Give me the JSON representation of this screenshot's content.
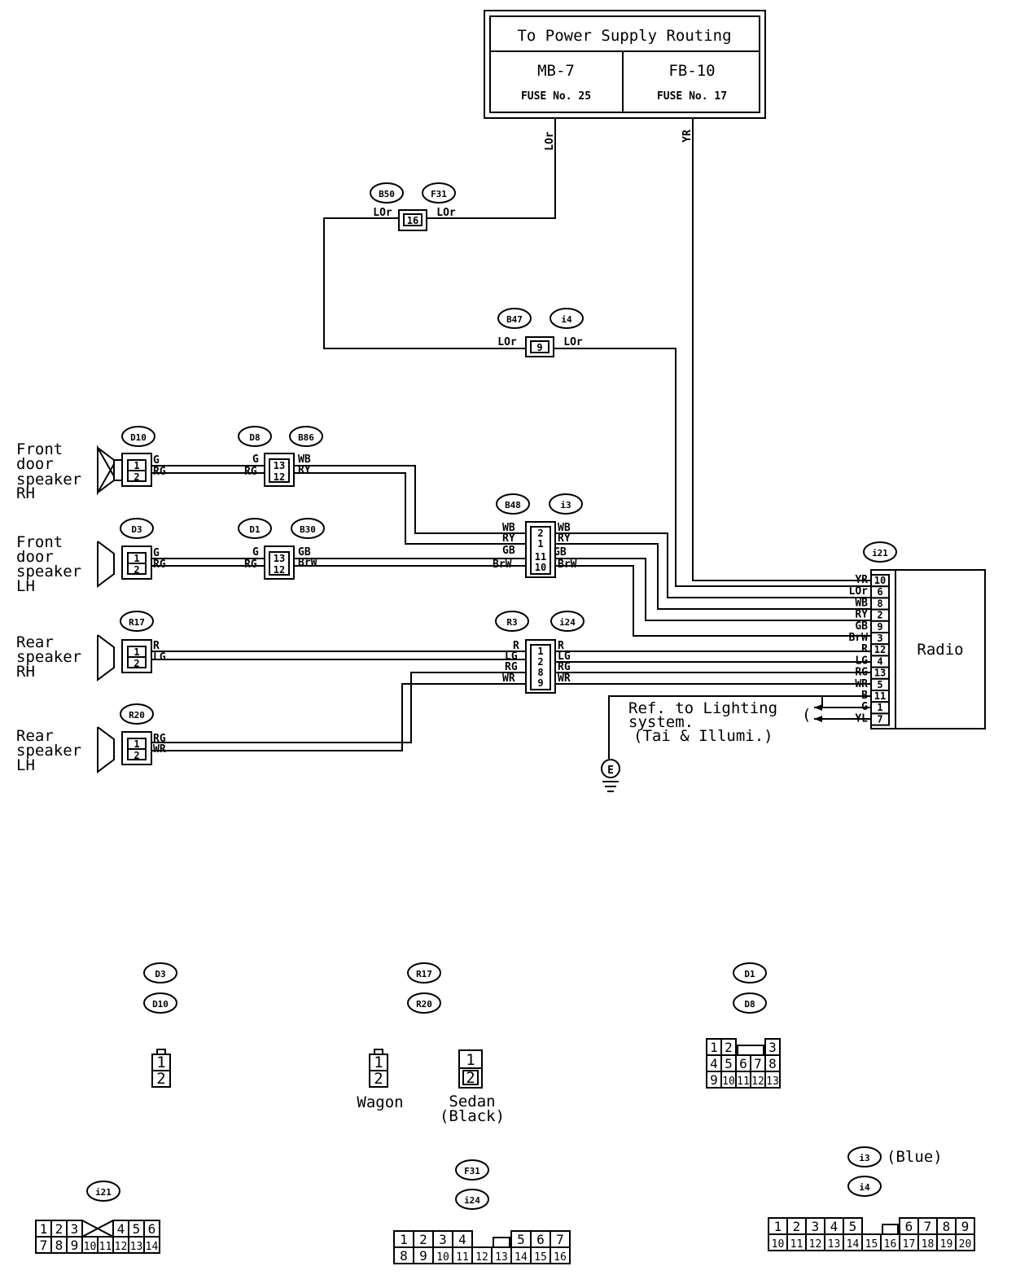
{
  "power_box": {
    "title": "To Power Supply Routing",
    "left_name": "MB-7",
    "left_fuse": "FUSE No. 25",
    "right_name": "FB-10",
    "right_fuse": "FUSE No. 17"
  },
  "wires": {
    "lor": "LOr",
    "yr": "YR"
  },
  "connectors": {
    "b50": "B50",
    "f31": "F31",
    "b47": "B47",
    "i4": "i4",
    "d10": "D10",
    "d8": "D8",
    "b86": "B86",
    "d3": "D3",
    "d1": "D1",
    "b30": "B30",
    "b48": "B48",
    "i3": "i3",
    "r17": "R17",
    "r3": "R3",
    "i24": "i24",
    "r20": "R20",
    "i21": "i21"
  },
  "pins": {
    "b50_f31": "16",
    "b47_i4": "9"
  },
  "speakers": {
    "front_rh": [
      "Front",
      "door",
      "speaker",
      "RH"
    ],
    "front_lh": [
      "Front",
      "door",
      "speaker",
      "LH"
    ],
    "rear_rh": [
      "Rear",
      "speaker",
      "RH"
    ],
    "rear_lh": [
      "Rear",
      "speaker",
      "LH"
    ]
  },
  "radio": {
    "label": "Radio",
    "pins": [
      "10",
      "6",
      "8",
      "2",
      "9",
      "3",
      "12",
      "4",
      "13",
      "5",
      "11",
      "1",
      "7"
    ],
    "wires": [
      "YR",
      "LOr",
      "WB",
      "RY",
      "GB",
      "BrW",
      "R",
      "LG",
      "RG",
      "WR",
      "B",
      "G",
      "YL"
    ]
  },
  "lighting_ref": {
    "line1": "Ref. to Lighting",
    "line2": "system.",
    "line3": "(Tai & Illumi.)"
  },
  "ground": "E",
  "connector_views": {
    "d3": "D3",
    "d10": "D10",
    "r17": "R17",
    "r20": "R20",
    "d1": "D1",
    "d8": "D8",
    "wagon": "Wagon",
    "sedan": "Sedan",
    "sedan_color": "(Black)",
    "i3": "i3",
    "i3_color": "(Blue)",
    "i4": "i4",
    "i21": "i21",
    "f31": "F31",
    "i24": "i24"
  }
}
